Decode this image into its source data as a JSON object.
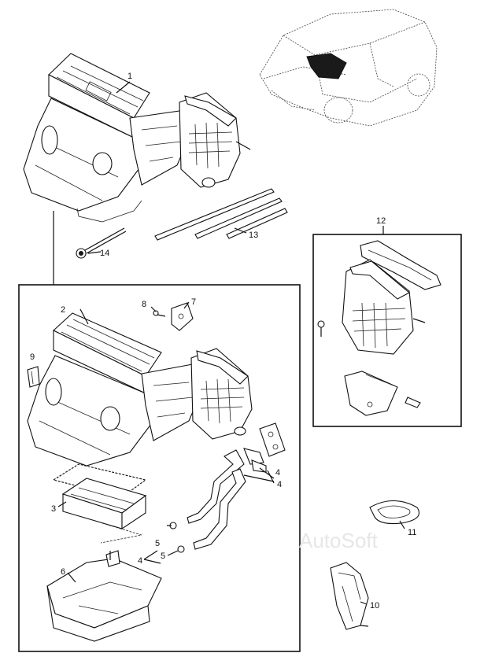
{
  "callouts": {
    "c1": "1",
    "c2": "2",
    "c3": "3",
    "c4a": "4",
    "c4b": "4",
    "c4c": "4",
    "c5a": "5",
    "c5b": "5",
    "c6": "6",
    "c7": "7",
    "c8": "8",
    "c9": "9",
    "c10": "10",
    "c11": "11",
    "c12": "12",
    "c13": "13",
    "c14": "14"
  },
  "watermark": "AutoSoft",
  "colors": {
    "line": "#111111",
    "shade": "#dcdcdc",
    "watermark": "#e6e6e6"
  }
}
